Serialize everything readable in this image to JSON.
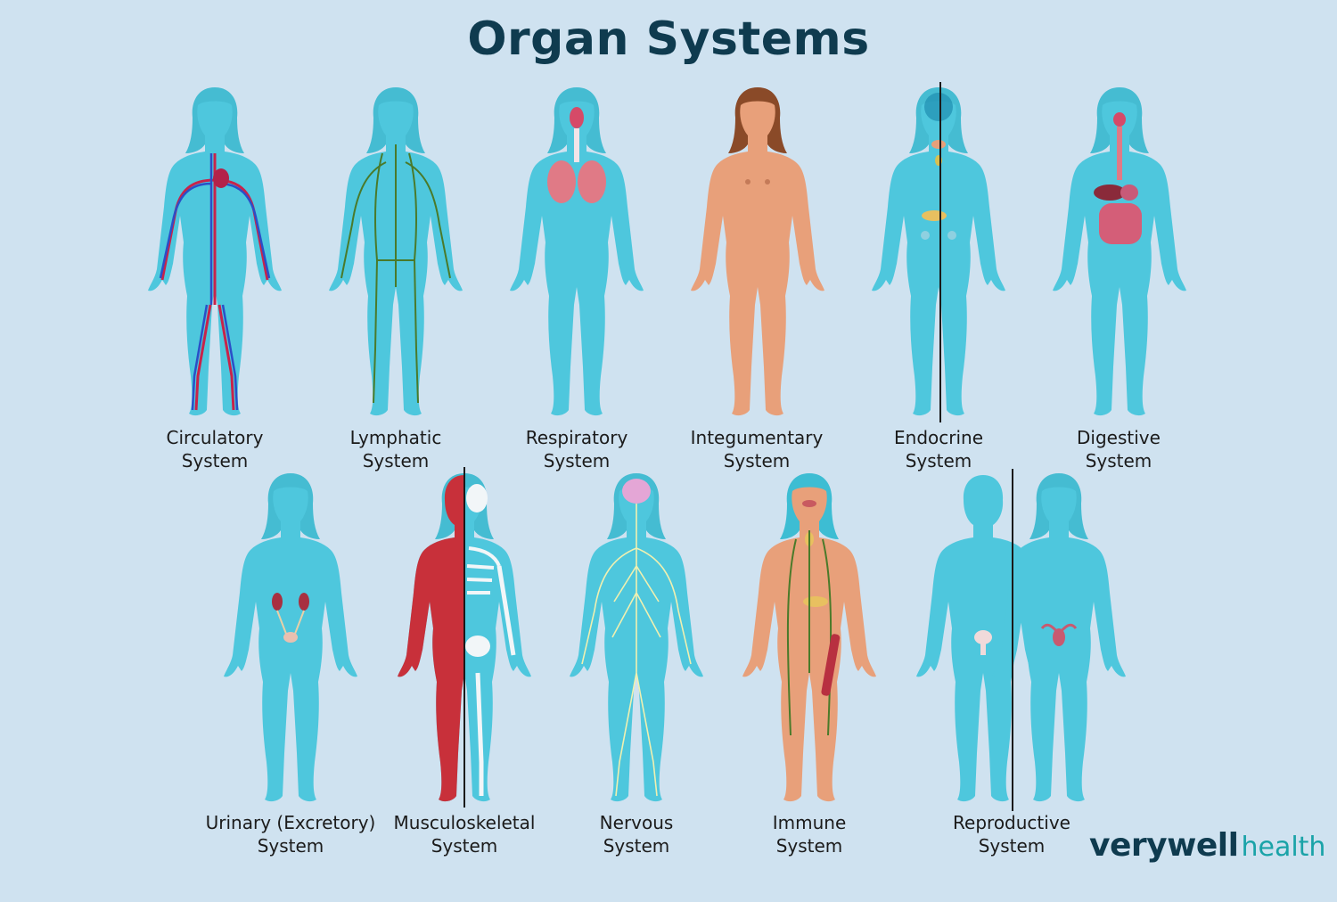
{
  "title": "Organ Systems",
  "colors": {
    "background": "#cfe2f0",
    "body": "#4ec7dd",
    "skin": "#e8a07a",
    "title": "#0f3b4f"
  },
  "systems": [
    {
      "line1": "Circulatory",
      "line2": "System"
    },
    {
      "line1": "Lymphatic",
      "line2": "System"
    },
    {
      "line1": "Respiratory",
      "line2": "System"
    },
    {
      "line1": "Integumentary",
      "line2": "System"
    },
    {
      "line1": "Endocrine",
      "line2": "System"
    },
    {
      "line1": "Digestive",
      "line2": "System"
    },
    {
      "line1": "Urinary (Excretory)",
      "line2": "System"
    },
    {
      "line1": "Musculoskeletal",
      "line2": "System"
    },
    {
      "line1": "Nervous",
      "line2": "System"
    },
    {
      "line1": "Immune",
      "line2": "System"
    },
    {
      "line1": "Reproductive",
      "line2": "System"
    }
  ],
  "brand": {
    "part1": "verywell",
    "part2": "health"
  }
}
